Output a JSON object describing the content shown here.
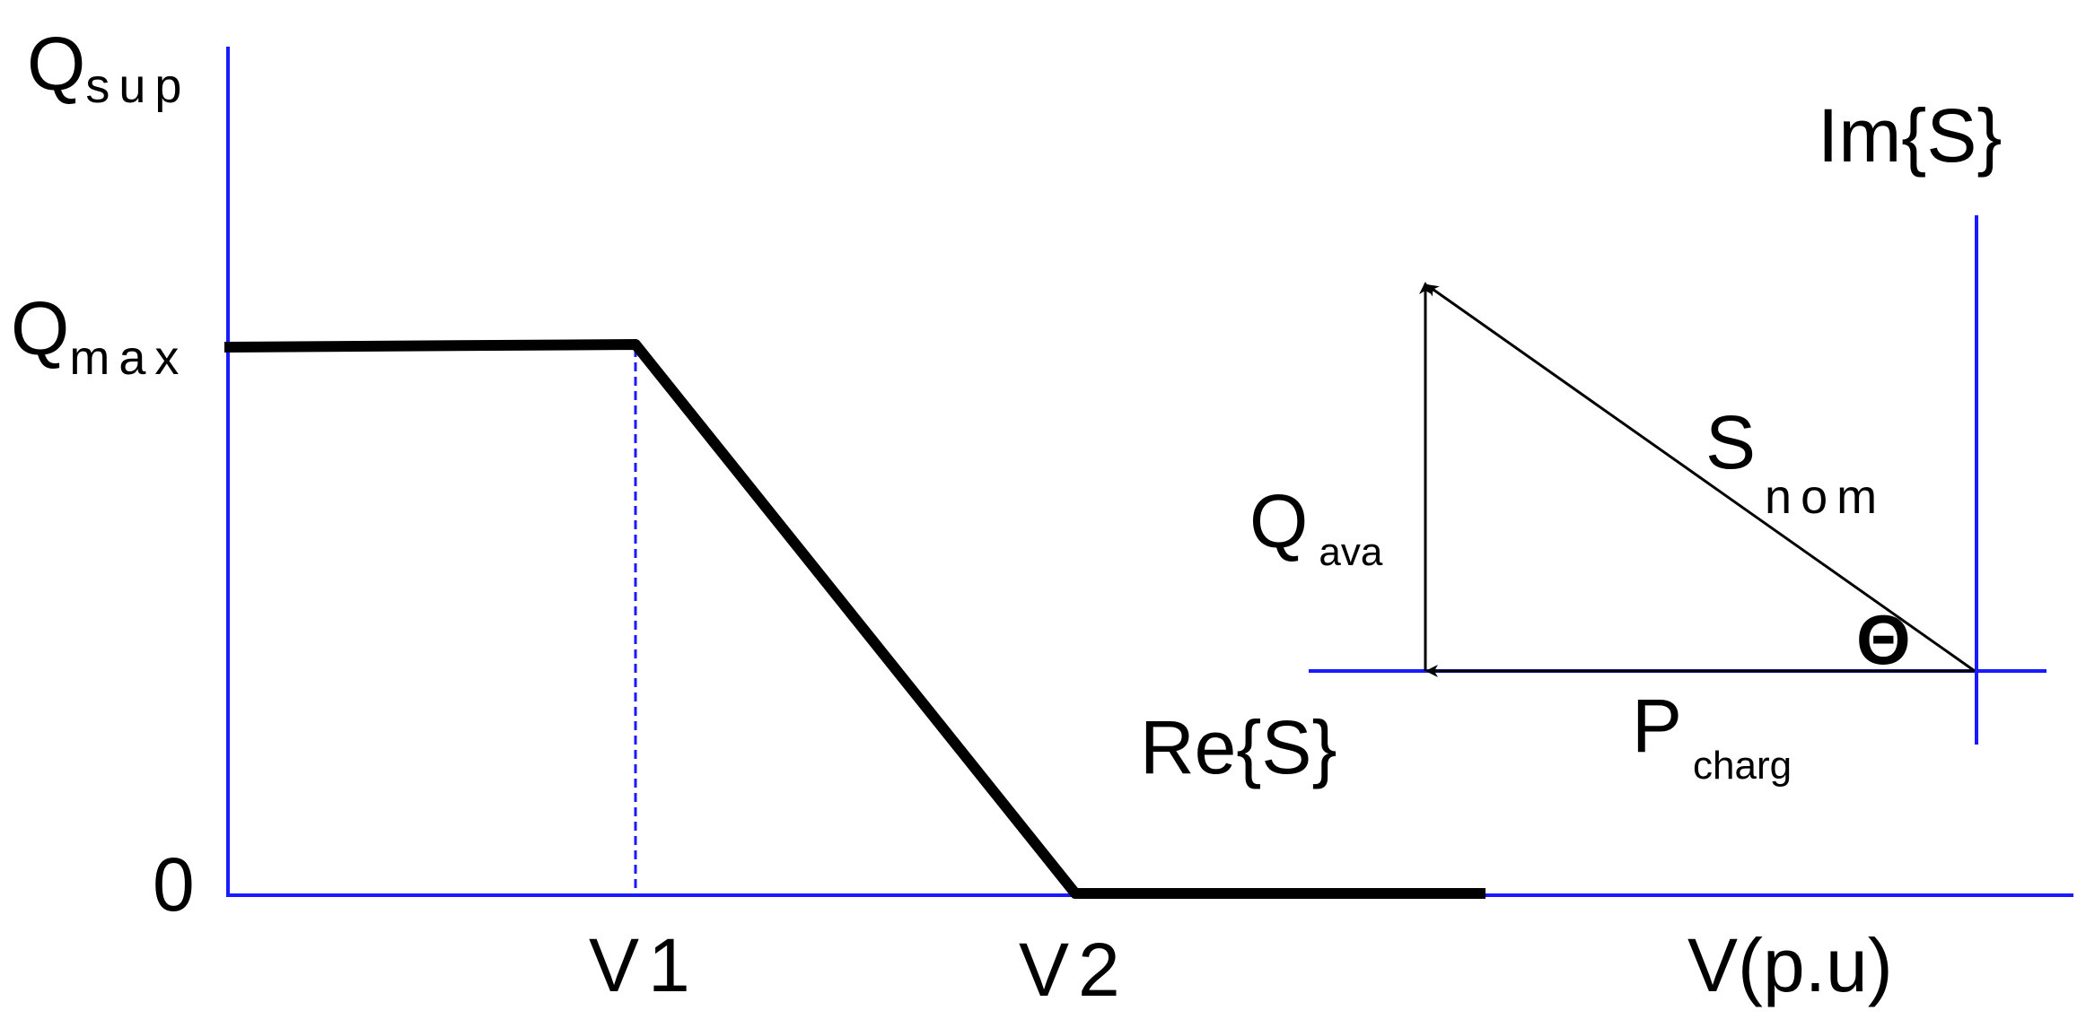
{
  "colors": {
    "axis": "#1a1aff",
    "curve": "#000000",
    "vector": "#000000",
    "text": "#000000",
    "background": "#ffffff"
  },
  "characteristic": {
    "y_axis": {
      "main": "Q",
      "sub": "sup"
    },
    "q_max": {
      "main": "Q",
      "sub": "max"
    },
    "zero_label": "0",
    "v1_label": "V1",
    "v2_label": "V2",
    "x_axis_label": "V(p.u)"
  },
  "phasor": {
    "imag_axis_label": "Im{S}",
    "real_axis_label": "Re{S}",
    "s_nom": {
      "main": "S",
      "sub": "nom"
    },
    "q_ava": {
      "main": "Q",
      "sub": "ava"
    },
    "p_charg": {
      "main": "P",
      "sub": "charg"
    },
    "angle_label": "Θ"
  }
}
